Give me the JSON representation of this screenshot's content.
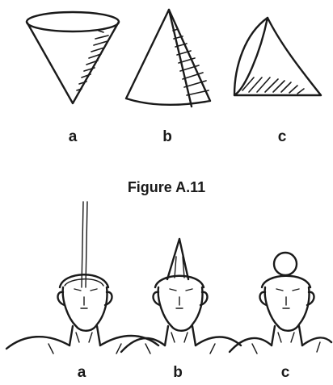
{
  "figure": {
    "caption": "Figure A.11",
    "cone_labels": [
      "a",
      "b",
      "c"
    ],
    "head_labels": [
      "a",
      "b",
      "c"
    ]
  }
}
